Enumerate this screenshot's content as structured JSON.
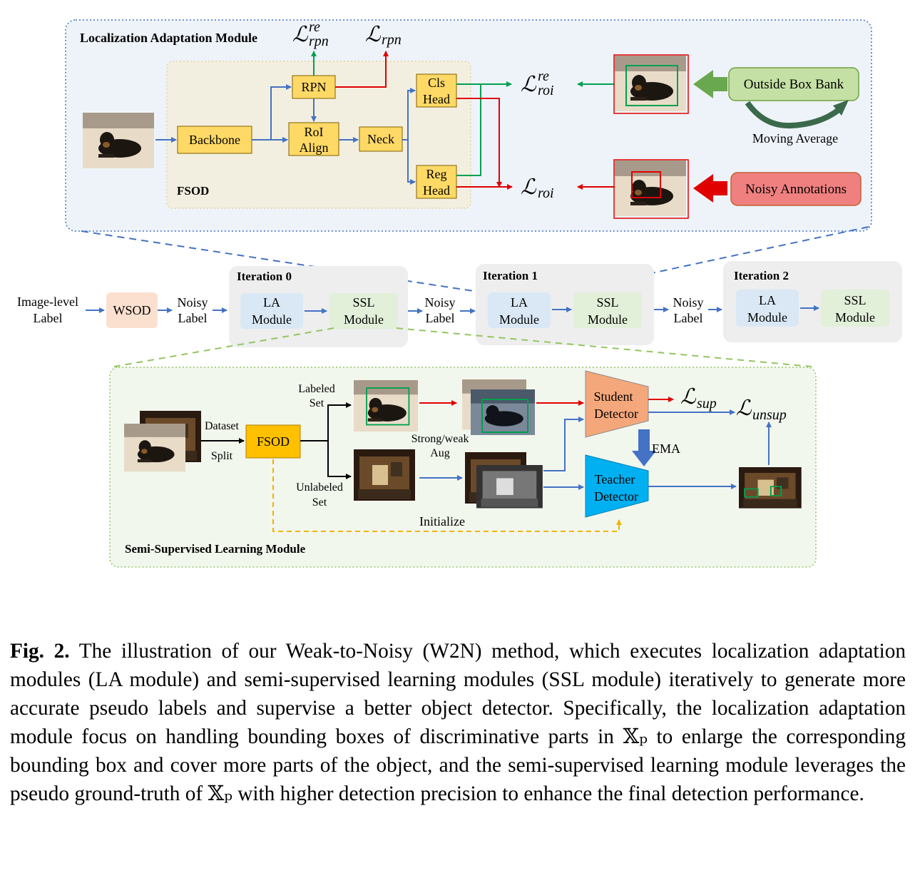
{
  "la_module": {
    "title": "Localization Adaptation Module",
    "fsod_label": "FSOD",
    "backbone": "Backbone",
    "rpn": "RPN",
    "roi_align": [
      "RoI",
      "Align"
    ],
    "neck": "Neck",
    "cls_head": [
      "Cls",
      "Head"
    ],
    "reg_head": [
      "Reg",
      "Head"
    ],
    "loss_rpn_re": {
      "base": "ℒ",
      "sup": "re",
      "sub": "rpn"
    },
    "loss_rpn": {
      "base": "ℒ",
      "sub": "rpn"
    },
    "loss_roi_re": {
      "base": "ℒ",
      "sup": "re",
      "sub": "roi"
    },
    "loss_roi": {
      "base": "ℒ",
      "sub": "roi"
    },
    "outside_box_bank": "Outside Box Bank",
    "moving_average": "Moving Average",
    "noisy_annotations": "Noisy Annotations"
  },
  "pipeline": {
    "image_level_label": [
      "Image-level",
      "Label"
    ],
    "wsod": "WSOD",
    "noisy_label": [
      "Noisy",
      "Label"
    ],
    "iterations": [
      {
        "title": "Iteration 0",
        "la": [
          "LA",
          "Module"
        ],
        "ssl": [
          "SSL",
          "Module"
        ]
      },
      {
        "title": "Iteration 1",
        "la": [
          "LA",
          "Module"
        ],
        "ssl": [
          "SSL",
          "Module"
        ]
      },
      {
        "title": "Iteration 2",
        "la": [
          "LA",
          "Module"
        ],
        "ssl": [
          "SSL",
          "Module"
        ]
      }
    ]
  },
  "ssl_module": {
    "title": "Semi-Supervised Learning Module",
    "dataset_split": [
      "Dataset",
      "Split"
    ],
    "fsod": "FSOD",
    "labeled_set": [
      "Labeled",
      "Set"
    ],
    "unlabeled_set": [
      "Unlabeled",
      "Set"
    ],
    "strong_weak_aug": [
      "Strong/weak",
      "Aug"
    ],
    "student": [
      "Student",
      "Detector"
    ],
    "teacher": [
      "Teacher",
      "Detector"
    ],
    "ema": "EMA",
    "initialize": "Initialize",
    "loss_sup": {
      "base": "ℒ",
      "sub": "sup"
    },
    "loss_unsup": {
      "base": "ℒ",
      "sub": "unsup"
    }
  },
  "caption": {
    "label": "Fig. 2.",
    "text": " The illustration of our Weak-to-Noisy (W2N) method, which executes localization adaptation modules (LA module) and semi-supervised learning modules (SSL module) iteratively to generate more accurate pseudo labels and supervise a better object detector. Specifically, the localization adaptation module focus on handling bounding boxes of discriminative parts in 𝕏ₚ to enlarge the corresponding bounding box and cover more parts of the object, and the semi-supervised learning module leverages the pseudo ground-truth of 𝕏ₚ with higher detection precision to enhance the final detection performance."
  },
  "colors": {
    "blue_arrow": "#4472c4",
    "red_arrow": "#e00000",
    "green_arrow": "#00a050",
    "yellow_box": "#ffd966",
    "la_box": "#dae8f5",
    "ssl_box": "#e2efd9",
    "wsod_box": "#fbe0d0",
    "student": "#f4a77b",
    "teacher": "#00b0f0",
    "outside_bank": "#c5e0a5",
    "noisy_ann": "#f08080"
  }
}
